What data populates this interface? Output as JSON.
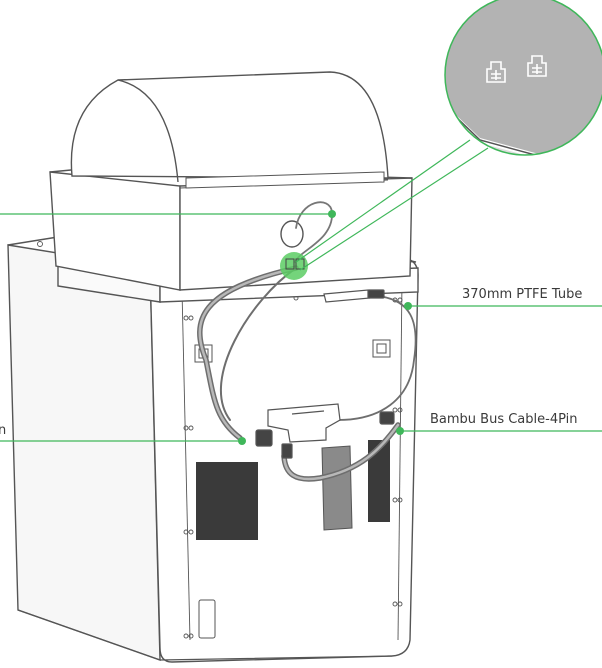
{
  "labels": {
    "ptfe_tube": "370mm PTFE Tube",
    "bus_cable": "Bambu Bus Cable-4Pin",
    "left_partial": "n"
  },
  "colors": {
    "callout_line": "#3fb75a",
    "callout_dot": "#3fb75a",
    "highlight": "#5ccd64",
    "outline": "#555555",
    "vent": "#3a3a3a",
    "cable": "#6e6e6e"
  },
  "icons": [
    "filament-connector-icon",
    "filament-connector-icon"
  ]
}
